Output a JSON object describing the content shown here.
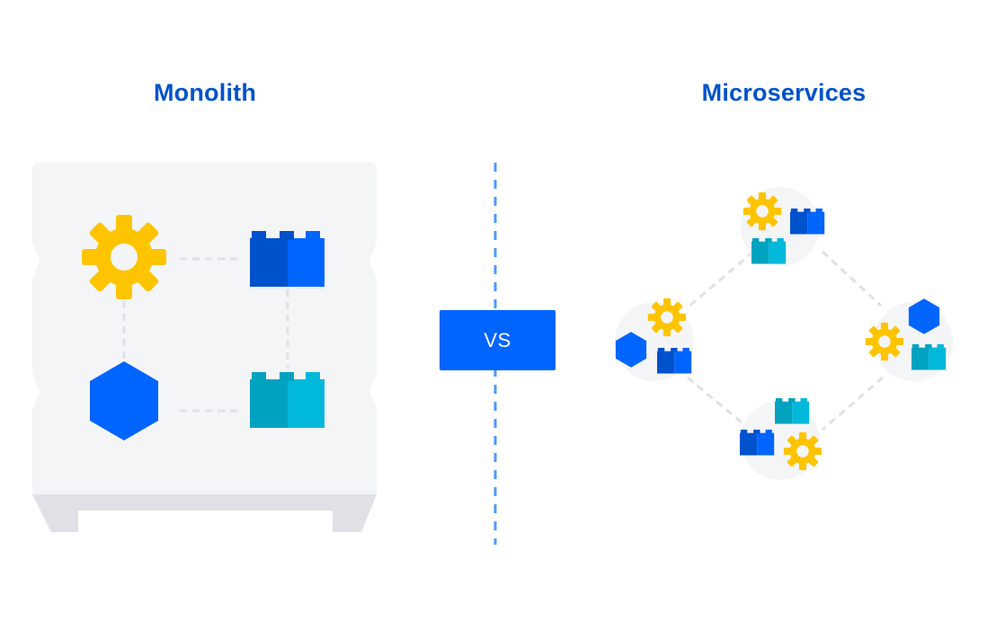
{
  "monolith": {
    "title": "Monolith"
  },
  "microservices": {
    "title": "Microservices"
  },
  "divider": {
    "label": "VS"
  },
  "colors": {
    "title_blue": "#0052CC",
    "brick_dark_blue": "#0052CC",
    "brick_blue": "#0065FF",
    "brick_teal": "#00A3BF",
    "brick_light_teal": "#00B8D9",
    "gear_yellow": "#FFC400",
    "hexagon_blue": "#0065FF",
    "panel_gray": "#F4F5F7",
    "connector_gray": "#DFE1E6",
    "divider_blue": "#4C9AFF"
  },
  "icons": [
    "gear-icon",
    "brick-icon",
    "hexagon-icon"
  ]
}
